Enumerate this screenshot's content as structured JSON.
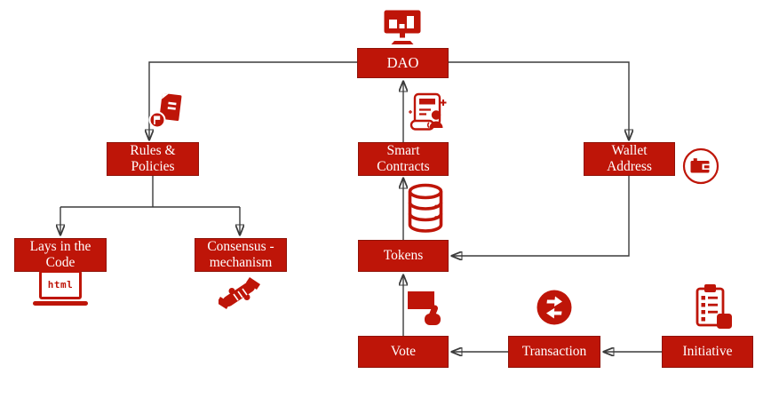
{
  "diagram": {
    "type": "flowchart",
    "topic": "DAO structure",
    "colors": {
      "node_fill": "#be1508",
      "node_text": "#ffffff",
      "icon": "#be1508",
      "connector_line": "#3b3b3b",
      "arrowhead": "#141414",
      "background": "#ffffff"
    },
    "nodes": {
      "dao": {
        "label": "DAO"
      },
      "rules_policies": {
        "label": "Rules & Policies"
      },
      "smart_contracts": {
        "label": "Smart Contracts"
      },
      "wallet_address": {
        "label": "Wallet Address"
      },
      "lays_in_the_code": {
        "label": "Lays in the Code"
      },
      "consensus_mechanism": {
        "label": "Consensus - mechanism"
      },
      "tokens": {
        "label": "Tokens"
      },
      "vote": {
        "label": "Vote"
      },
      "transaction": {
        "label": "Transaction"
      },
      "initiative": {
        "label": "Initiative"
      }
    },
    "edges": [
      {
        "from": "dao",
        "to": "rules_policies"
      },
      {
        "from": "dao",
        "to": "wallet_address"
      },
      {
        "from": "smart_contracts",
        "to": "dao"
      },
      {
        "from": "tokens",
        "to": "smart_contracts"
      },
      {
        "from": "rules_policies",
        "to": "lays_in_the_code"
      },
      {
        "from": "rules_policies",
        "to": "consensus_mechanism"
      },
      {
        "from": "wallet_address",
        "to": "tokens"
      },
      {
        "from": "vote",
        "to": "tokens"
      },
      {
        "from": "transaction",
        "to": "vote"
      },
      {
        "from": "initiative",
        "to": "transaction"
      }
    ],
    "icons": {
      "dao": "monitor-bar-chart-icon",
      "rules_policies": "policy-book-flag-icon",
      "smart_contracts": "contract-scroll-icon",
      "wallet_address": "wallet-circle-icon",
      "tokens": "database-icon",
      "lays_in_the_code": "laptop-html-icon",
      "consensus_mechanism": "handshake-icon",
      "vote": "hand-vote-icon",
      "transaction": "exchange-arrows-icon",
      "initiative": "clipboard-checklist-icon"
    },
    "laptop_screen_text": "html"
  }
}
